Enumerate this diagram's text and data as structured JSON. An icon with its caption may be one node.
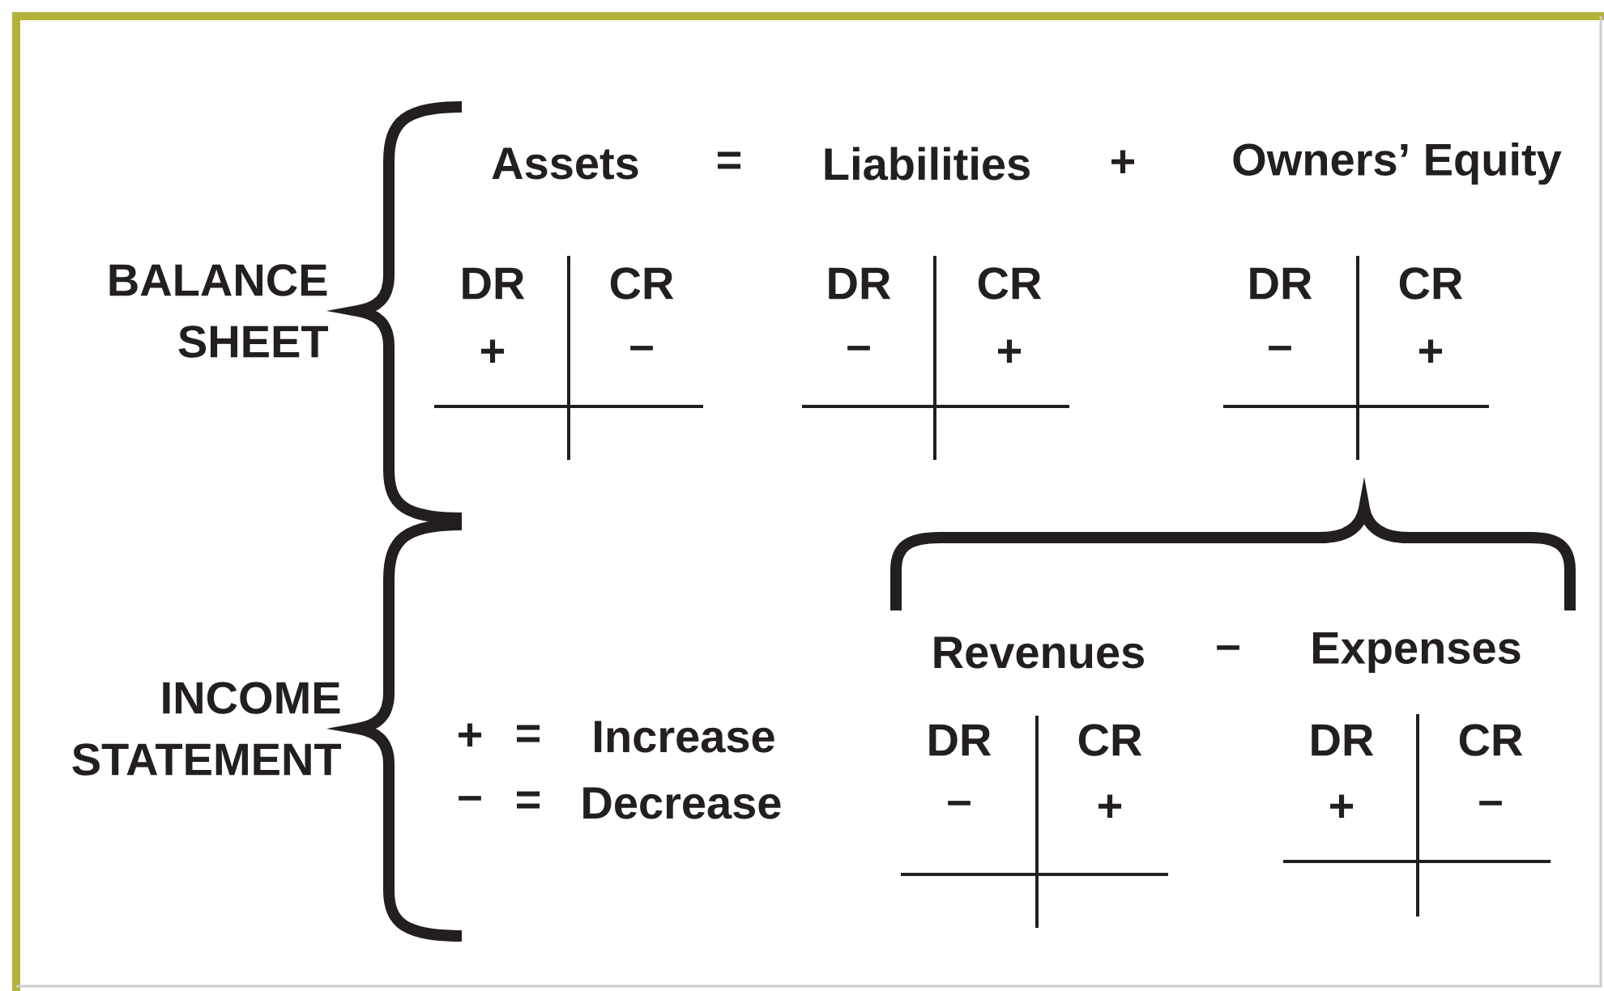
{
  "diagram": {
    "labels": [
      "Assets",
      "=",
      "Liabilities",
      "+",
      "Owners’ Equity",
      "BALANCE SHEET",
      "DR",
      "CR",
      "DR",
      "CR",
      "DR",
      "CR",
      "+",
      "–",
      "–",
      "+",
      "–",
      "+",
      "Revenues",
      "–",
      "Expenses",
      "INCOME STATEMENT",
      "+",
      "=",
      "Increase",
      "DR",
      "CR",
      "DR",
      "CR",
      "–",
      "=",
      "Decrease",
      "–",
      "+",
      "+",
      "–"
    ]
  }
}
